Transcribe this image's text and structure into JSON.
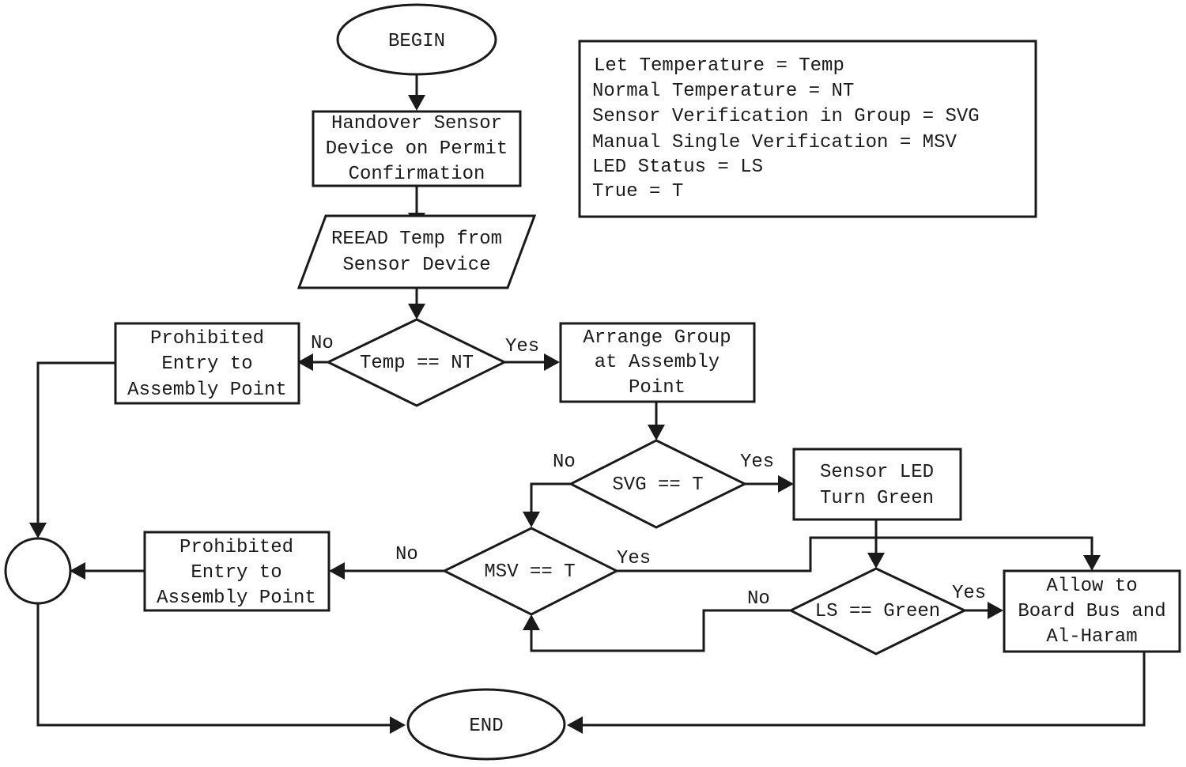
{
  "nodes": {
    "begin": "BEGIN",
    "handover": [
      "Handover Sensor",
      "Device on Permit",
      "Confirmation"
    ],
    "read": [
      "REEAD Temp from",
      "Sensor Device"
    ],
    "temp_decision": "Temp == NT",
    "prohibited_1": [
      "Prohibited",
      "Entry to",
      "Assembly Point"
    ],
    "arrange": [
      "Arrange Group",
      "at Assembly",
      "Point"
    ],
    "svg_decision": "SVG == T",
    "sensor_led": [
      "Sensor LED",
      "Turn Green"
    ],
    "msv_decision": "MSV == T",
    "prohibited_2": [
      "Prohibited",
      "Entry to",
      "Assembly Point"
    ],
    "ls_decision": "LS == Green",
    "allow": [
      "Allow to",
      "Board Bus and",
      "Al-Haram"
    ],
    "end": "END"
  },
  "edge_labels": {
    "temp_no": "No",
    "temp_yes": "Yes",
    "svg_no": "No",
    "svg_yes": "Yes",
    "msv_no": "No",
    "msv_yes": "Yes",
    "ls_no": "No",
    "ls_yes": "Yes"
  },
  "legend": [
    "Let Temperature = Temp",
    "Normal Temperature = NT",
    "Sensor Verification in Group = SVG",
    "Manual Single Verification = MSV",
    "LED Status = LS",
    "True = T"
  ]
}
